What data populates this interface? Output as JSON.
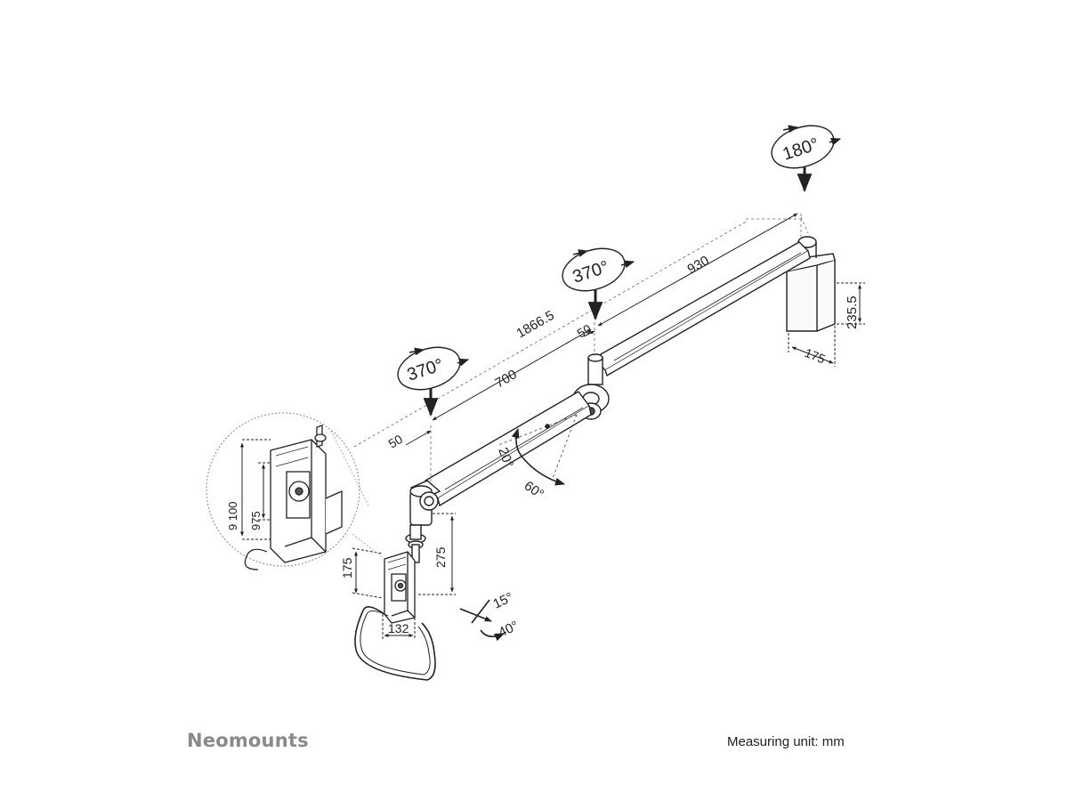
{
  "brand": "Neomounts",
  "unit_note": "Measuring unit: mm",
  "rotations": {
    "top": "180°",
    "middle": "370°",
    "front": "370°"
  },
  "dimensions": {
    "total_length": "1866.5",
    "rear_arm": "930",
    "front_arm": "700",
    "middle_offset": "50",
    "front_offset": "50",
    "base_height": "235.5",
    "base_width": "175",
    "pole_height": "275",
    "plate_height": "175",
    "plate_width": "132",
    "vesa_outer": "9 100",
    "vesa_inner": "975"
  },
  "angles": {
    "arm_up": "20°",
    "arm_down": "60°",
    "tilt": "15°",
    "swivel": "40°"
  }
}
